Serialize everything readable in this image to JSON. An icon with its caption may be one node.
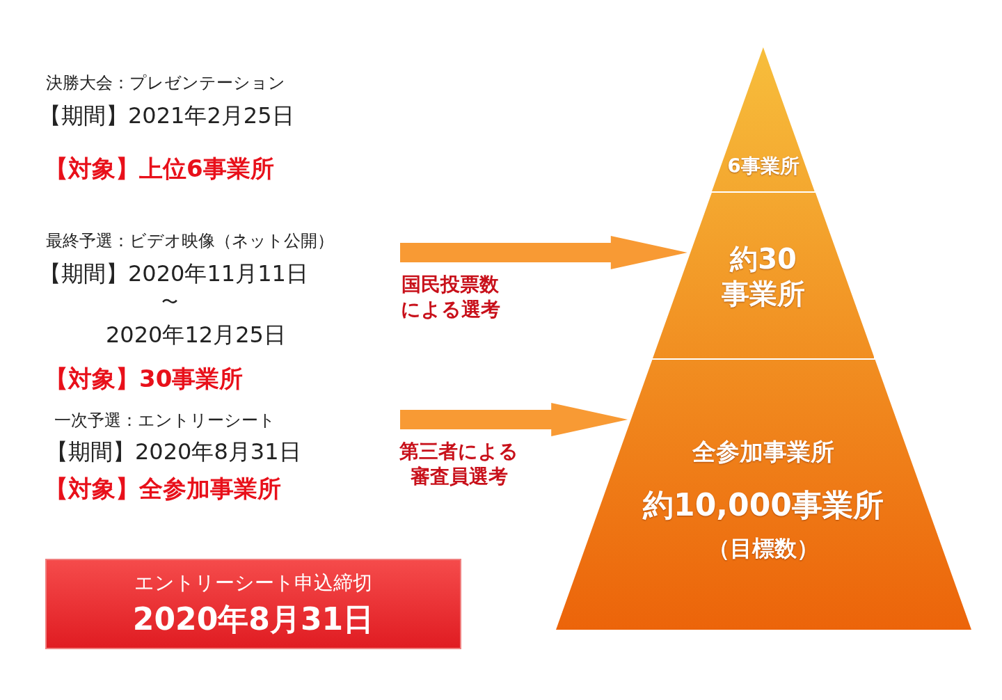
{
  "diagram": {
    "nodes": [
      {
        "text": [
          "6事業所"
        ]
      },
      {
        "text": [
          "約30事業所"
        ]
      },
      {
        "text": [
          "全参加事業所",
          "約10,000事業所",
          "（目標数）"
        ]
      },
      {
        "text": [
          "エントリーシート申込締切",
          "2020年8月31日"
        ]
      }
    ],
    "edges": [
      {
        "from": null,
        "to": 1,
        "arrow": "to",
        "label": "国民投票数による選考"
      },
      {
        "from": null,
        "to": 2,
        "arrow": "to",
        "label": "第三者による審査員選考"
      }
    ],
    "labels": [
      "決勝大会：プレゼンテーション",
      "【期間】2021年2月25日",
      "【対象】上位6事業所",
      "最終予選：ビデオ映像（ネット公開）",
      "【期間】2020年11月11日",
      "〜",
      "2020年12月25日",
      "【対象】30事業所",
      "一次予選：エントリーシート",
      "【期間】2020年8月31日",
      "【対象】全参加事業所"
    ]
  }
}
